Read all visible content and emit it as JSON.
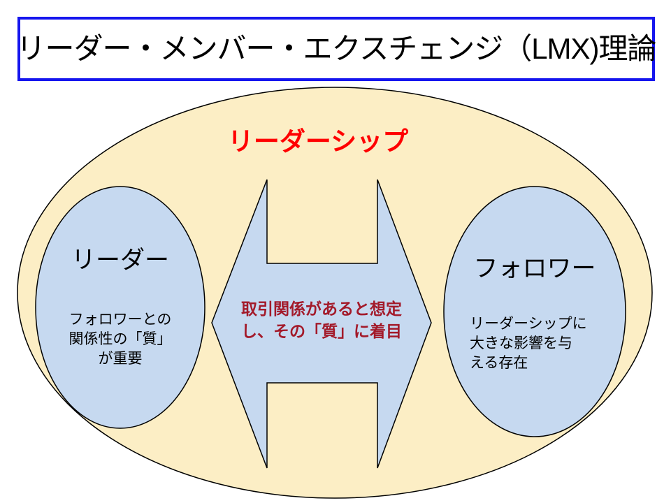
{
  "slide": {
    "title": "リーダー・メンバー・エクスチェンジ（LMX)理論",
    "leadership_label": "リーダーシップ",
    "leader": {
      "heading": "リーダー",
      "body": "フォロワーとの\n関係性の「質」\nが重要"
    },
    "follower": {
      "heading": "フォロワー",
      "body": "リーダーシップに\n大きな影響を与\nえる存在"
    },
    "exchange_arrow": {
      "text": "取引関係があると想定\nし、その「質」に着目"
    }
  },
  "colors": {
    "title_border_blue": "#1616ee",
    "title_text_black": "#000000",
    "leadership_label_red": "#ff0000",
    "outer_ellipse_fill": "#fceec5",
    "inner_shape_fill": "#c6d9f0",
    "shape_stroke": "#000000",
    "arrow_text_dark_red": "#a31a2a",
    "page_background": "#ffffff"
  }
}
